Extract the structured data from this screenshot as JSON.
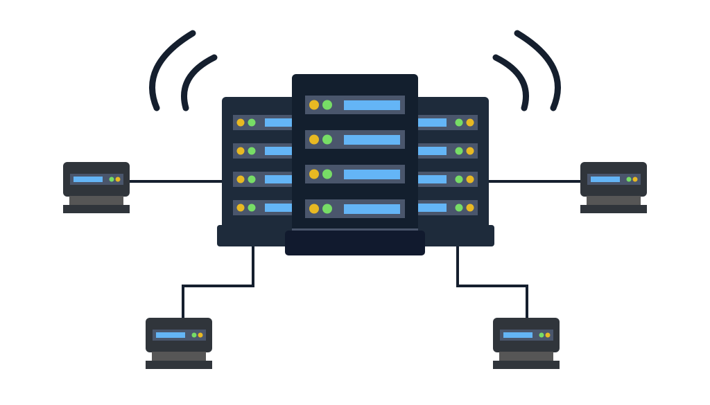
{
  "diagram": {
    "subject": "server-network",
    "clients_count": 4,
    "server_racks_count": 3,
    "colors": {
      "back_rack": "#1e2b3b",
      "front_rack": "#131f2e",
      "front_base": "#111a2e",
      "slot": "#4a566c",
      "screen": "#64b5f6",
      "led_yellow": "#e8b923",
      "led_green": "#77dd66",
      "client_body": "#30353b",
      "client_stand": "#565656",
      "cable": "#151f2e"
    }
  }
}
